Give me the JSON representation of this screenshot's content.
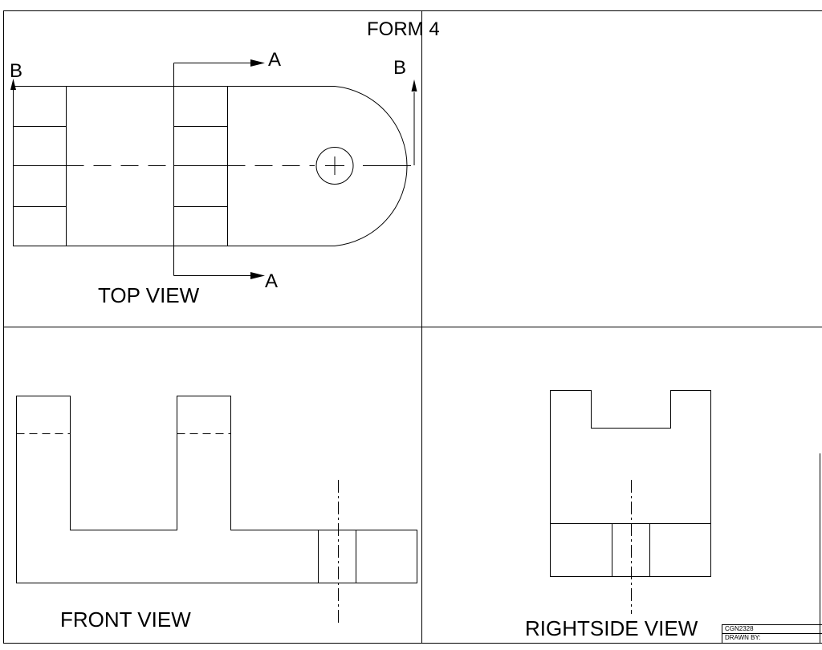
{
  "sheet": {
    "form_title": "FORM 4"
  },
  "views": {
    "top": {
      "label": "TOP VIEW"
    },
    "front": {
      "label": "FRONT VIEW"
    },
    "right": {
      "label": "RIGHTSIDE VIEW"
    }
  },
  "sections": {
    "a_cut": {
      "letter": "A"
    },
    "b_cut": {
      "letter": "B"
    }
  },
  "title_block": {
    "drawing_number": "CGN2328",
    "drawn_by": "DRAWN  BY:"
  },
  "colors": {
    "line": "#000000",
    "background": "#ffffff"
  }
}
